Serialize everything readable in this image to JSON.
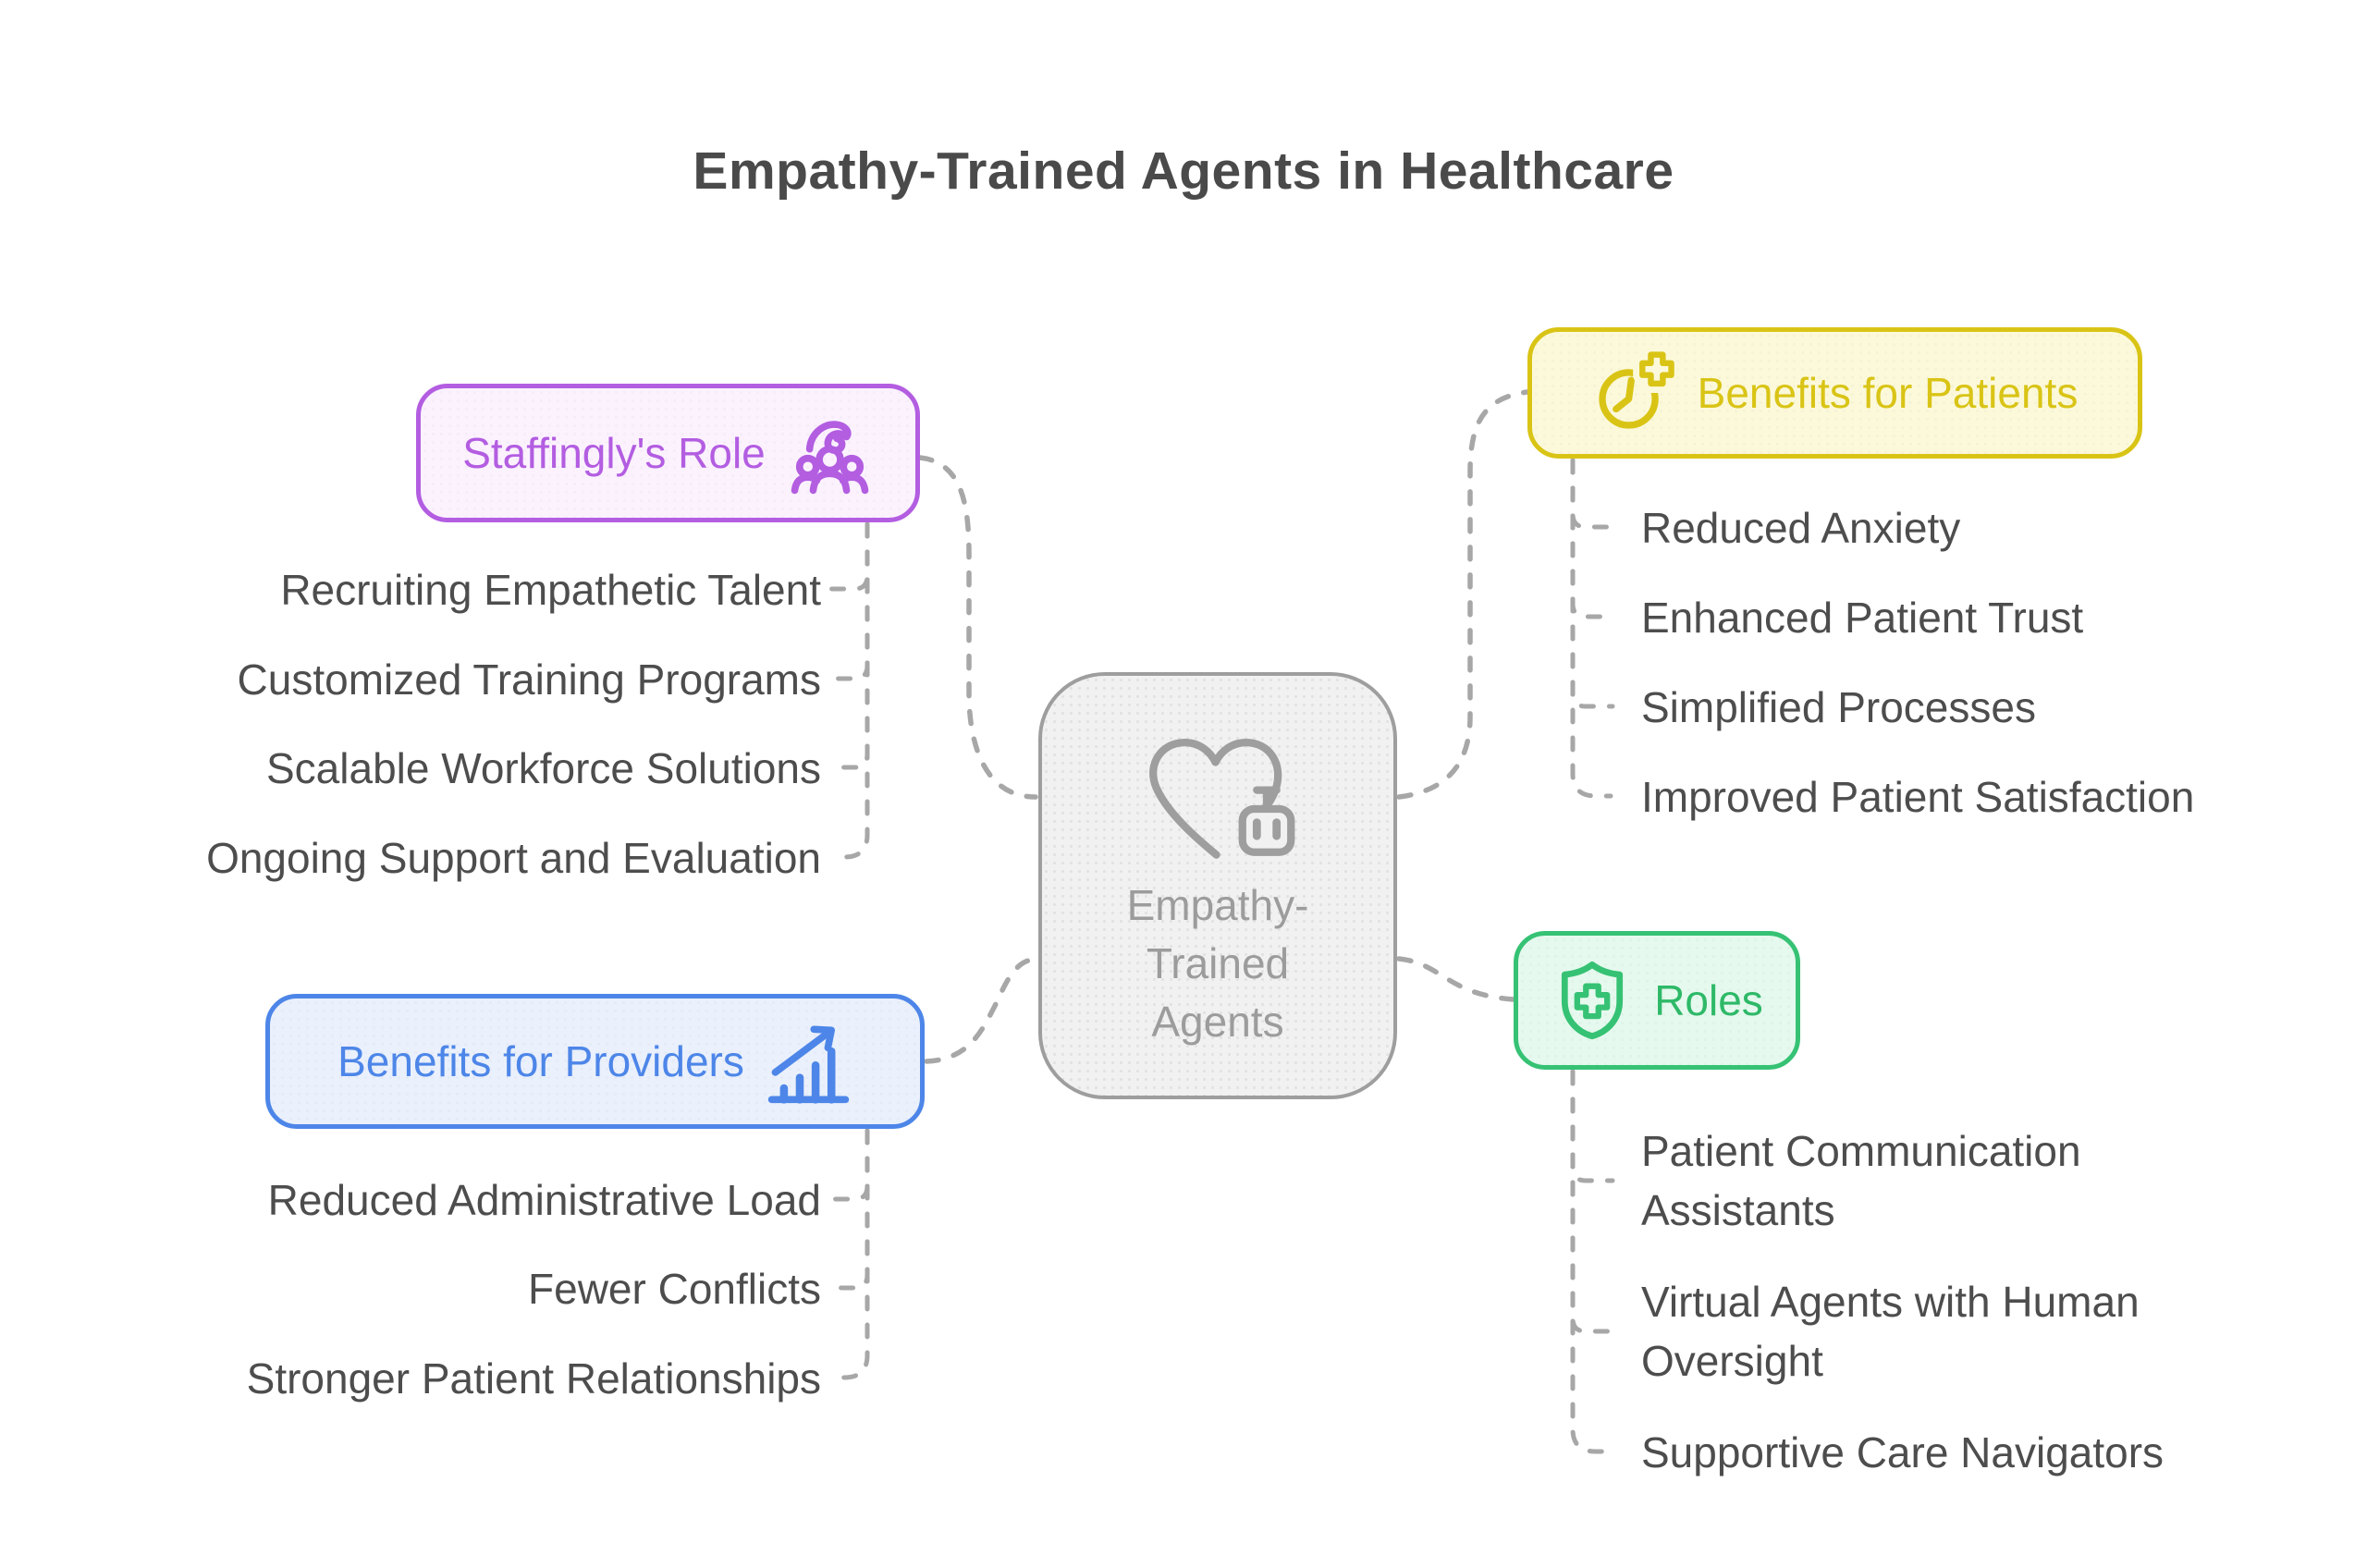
{
  "title": "Empathy-Trained Agents in Healthcare",
  "center": {
    "label": "Empathy-\nTrained\nAgents",
    "icon": "heart-robot-icon"
  },
  "branches": {
    "staffingly": {
      "label": "Staffingly's Role",
      "icon": "team-icon",
      "accent": "#b35de1",
      "bg": "#fbf2fe",
      "items": [
        "Recruiting Empathetic Talent",
        "Customized Training Programs",
        "Scalable Workforce Solutions",
        "Ongoing Support and Evaluation"
      ]
    },
    "patients": {
      "label": "Benefits for Patients",
      "icon": "clock-plus-icon",
      "accent": "#d9c416",
      "bg": "#fcf9da",
      "items": [
        "Reduced Anxiety",
        "Enhanced Patient Trust",
        "Simplified Processes",
        "Improved Patient Satisfaction"
      ]
    },
    "providers": {
      "label": "Benefits for Providers",
      "icon": "growth-chart-icon",
      "accent": "#4d86e8",
      "bg": "#eaf0fc",
      "items": [
        "Reduced Administrative Load",
        "Fewer Conflicts",
        "Stronger Patient Relationships"
      ]
    },
    "roles": {
      "label": "Roles",
      "icon": "shield-cross-icon",
      "accent": "#36c274",
      "bg": "#e5f9ee",
      "items": [
        "Patient Communication Assistants",
        "Virtual Agents with Human Oversight",
        "Supportive Care Navigators"
      ]
    }
  },
  "colors": {
    "title_text": "#4a4a4a",
    "item_text": "#4d4d4d",
    "connector": "#a7a7a7",
    "center_border": "#9e9e9e",
    "center_bg": "#f1f1f1",
    "center_text": "#9c9c9c",
    "background": "#ffffff"
  }
}
